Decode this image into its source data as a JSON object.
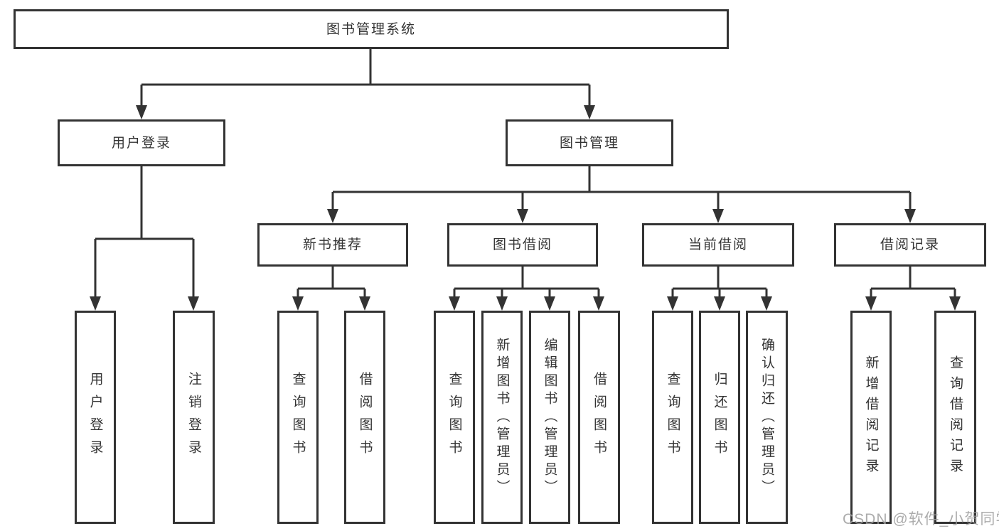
{
  "diagram_title": "图书管理系统",
  "colors": {
    "line": "#333333",
    "box_border": "#333333",
    "text": "#333333",
    "background": "#ffffff",
    "watermark": "#9e9e9e"
  },
  "tree": {
    "label": "图书管理系统",
    "children": [
      {
        "label": "用户登录",
        "children": [
          {
            "label": "用户登录"
          },
          {
            "label": "注销登录"
          }
        ]
      },
      {
        "label": "图书管理",
        "children": [
          {
            "label": "新书推荐",
            "children": [
              {
                "label": "查询图书"
              },
              {
                "label": "借阅图书"
              }
            ]
          },
          {
            "label": "图书借阅",
            "children": [
              {
                "label": "查询图书"
              },
              {
                "label": "新增图书（管理员）"
              },
              {
                "label": "编辑图书（管理员）"
              },
              {
                "label": "借阅图书"
              }
            ]
          },
          {
            "label": "当前借阅",
            "children": [
              {
                "label": "查询图书"
              },
              {
                "label": "归还图书"
              },
              {
                "label": "确认归还（管理员）"
              }
            ]
          },
          {
            "label": "借阅记录",
            "children": [
              {
                "label": "新增借阅记录"
              },
              {
                "label": "查询借阅记录"
              }
            ]
          }
        ]
      }
    ]
  },
  "watermark": {
    "text": "CSDN @软件_小贺同学"
  }
}
